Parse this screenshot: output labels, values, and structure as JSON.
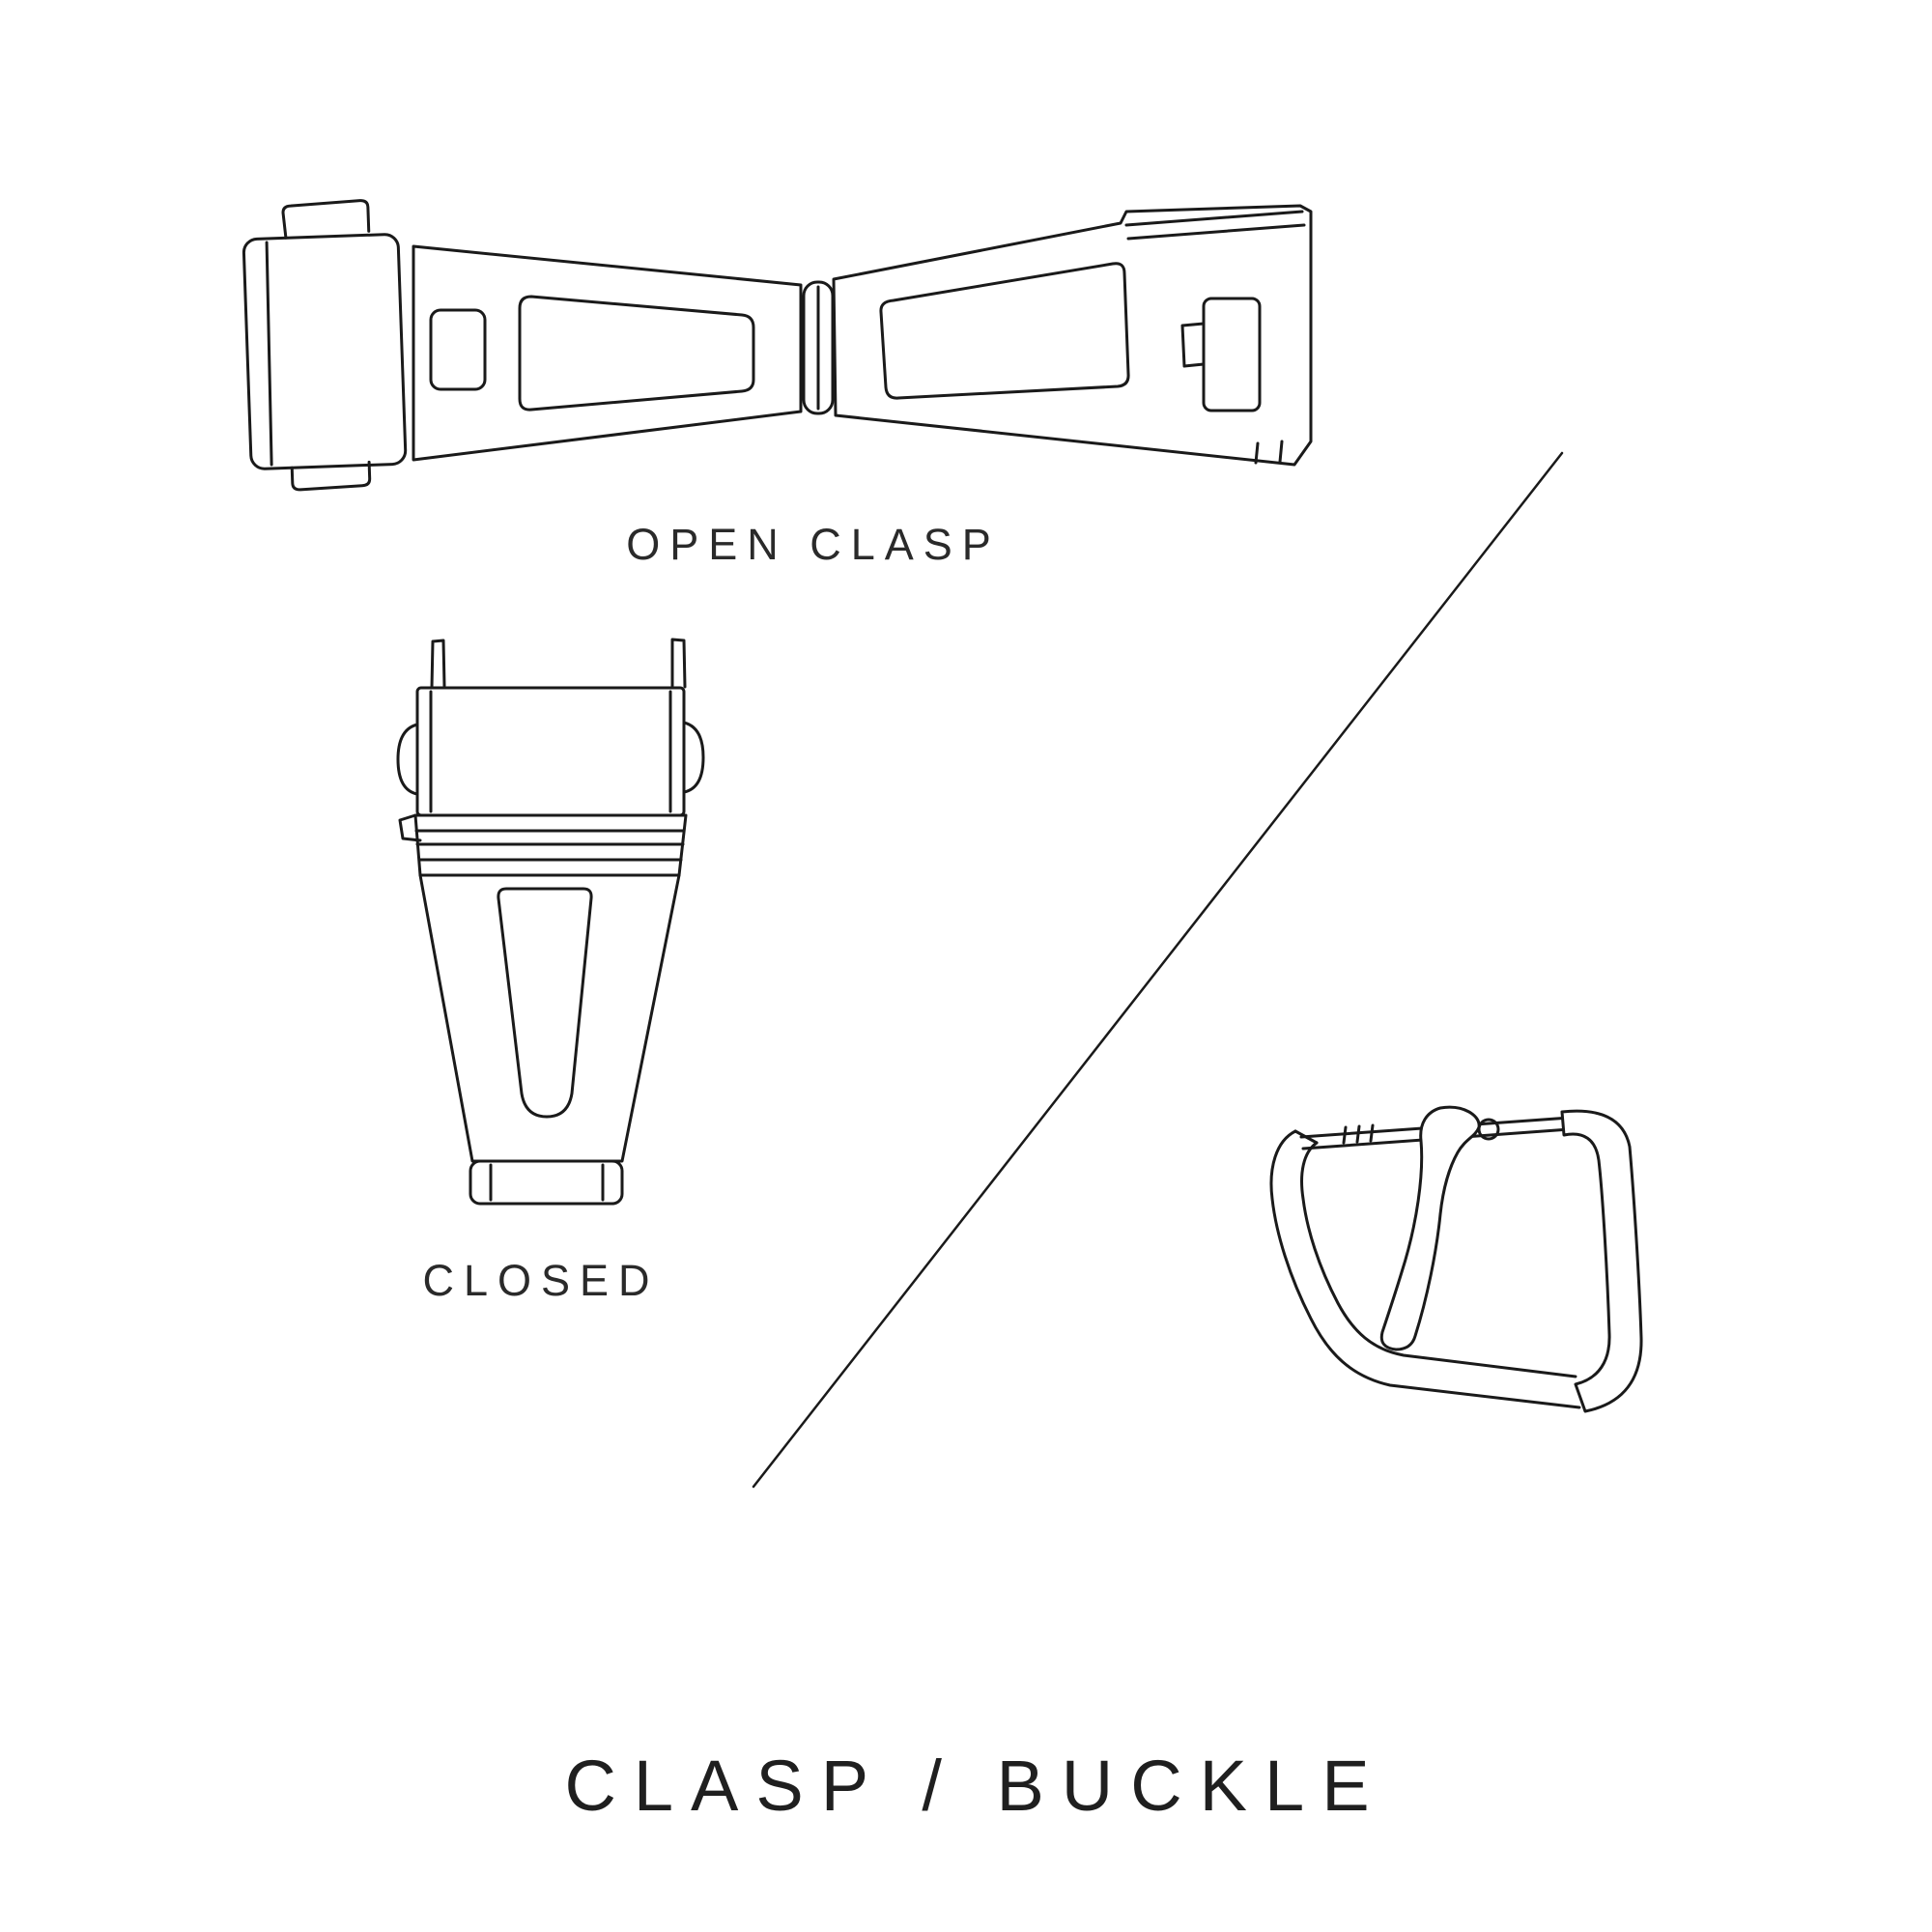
{
  "title": {
    "text": "CLASP / BUCKLE"
  },
  "figures": {
    "open_clasp": {
      "caption": "OPEN CLASP"
    },
    "closed_clasp": {
      "caption": "CLOSED"
    },
    "tang_buckle": {
      "caption": ""
    }
  },
  "colors": {
    "line": "#1a1a1a",
    "text": "#1f1f1f",
    "background": "#ffffff"
  }
}
